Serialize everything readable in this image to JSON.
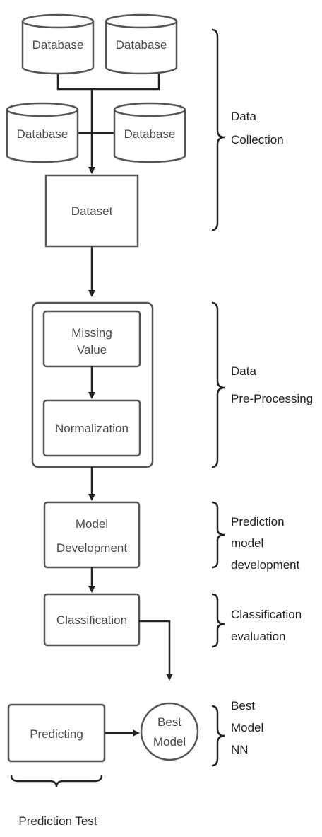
{
  "nodes": {
    "db1": "Database",
    "db2": "Database",
    "db3": "Database",
    "db4": "Database",
    "dataset": "Dataset",
    "missing_value_l1": "Missing",
    "missing_value_l2": "Value",
    "normalization": "Normalization",
    "model_dev_l1": "Model",
    "model_dev_l2": "Development",
    "classification": "Classification",
    "predicting": "Predicting",
    "best_model_l1": "Best",
    "best_model_l2": "Model"
  },
  "stages": {
    "data_collection_l1": "Data",
    "data_collection_l2": "Collection",
    "preprocessing_l1": "Data",
    "preprocessing_l2": "Pre-Processing",
    "prediction_dev_l1": "Prediction",
    "prediction_dev_l2": "model",
    "prediction_dev_l3": "development",
    "classification_eval_l1": "Classification",
    "classification_eval_l2": "evaluation",
    "best_model_l1": "Best",
    "best_model_l2": "Model",
    "best_model_l3": "NN",
    "prediction_test": "Prediction Test"
  }
}
